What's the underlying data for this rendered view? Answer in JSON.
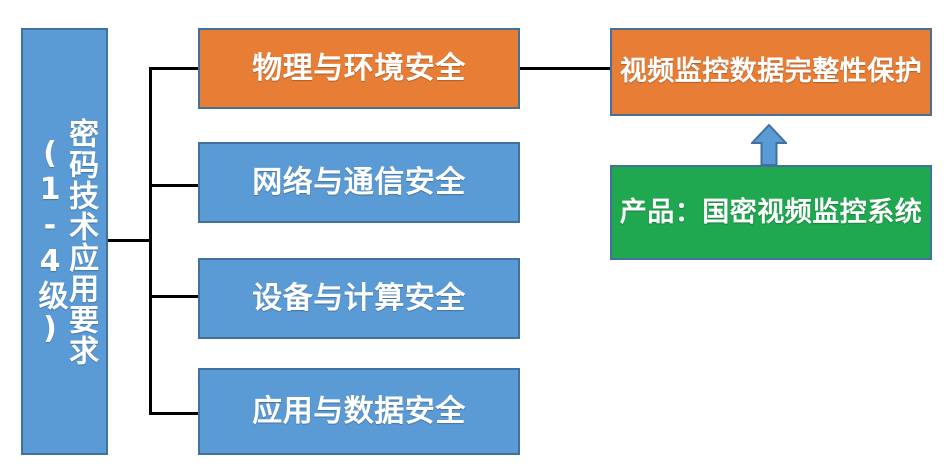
{
  "diagram": {
    "type": "hierarchy-tree",
    "title_text": "密码技术应用要求(1-4级)",
    "colors": {
      "blue_fill": "#5B9BD5",
      "orange_fill": "#E87D35",
      "green_fill": "#1FA850",
      "border": "#41719C",
      "connector": "#000000",
      "text": "#FFFFFF"
    },
    "root": {
      "label": "密码技术应用要求\n(1-4级)",
      "fill": "blue"
    },
    "branches": [
      {
        "label": "物理与环境安全",
        "fill": "orange"
      },
      {
        "label": "网络与通信安全",
        "fill": "blue"
      },
      {
        "label": "设备与计算安全",
        "fill": "blue"
      },
      {
        "label": "应用与数据安全",
        "fill": "blue"
      }
    ],
    "outcome": {
      "label": "视频监控数据完整性保护",
      "fill": "orange"
    },
    "product": {
      "label": "产品：国密视频监控系统",
      "fill": "green"
    },
    "arrow": {
      "name": "up-arrow",
      "direction": "up",
      "color": "#5B9BD5",
      "from": "产品：国密视频监控系统",
      "to": "视频监控数据完整性保护"
    }
  }
}
